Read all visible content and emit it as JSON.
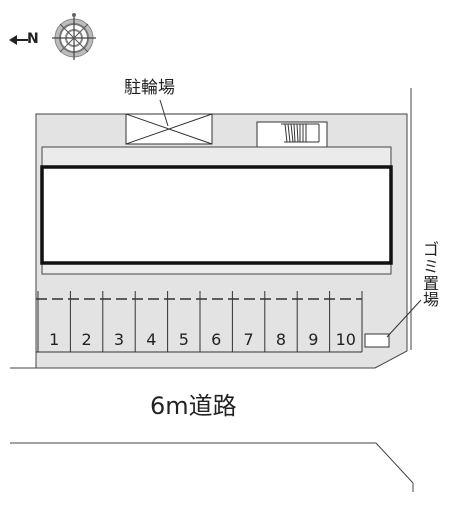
{
  "compass": {
    "north_letter": "N",
    "icon": "compass-icon"
  },
  "labels": {
    "bike_parking": "駐輪場",
    "road": "6m道路",
    "garbage_area": [
      "ゴ",
      "ミ",
      "置",
      "場"
    ]
  },
  "parking": {
    "slots": [
      "1",
      "2",
      "3",
      "4",
      "5",
      "6",
      "7",
      "8",
      "9",
      "10"
    ]
  },
  "colors": {
    "site_fill": "#e3e3e3",
    "building_fill": "#ffffff",
    "line": "#333333"
  }
}
